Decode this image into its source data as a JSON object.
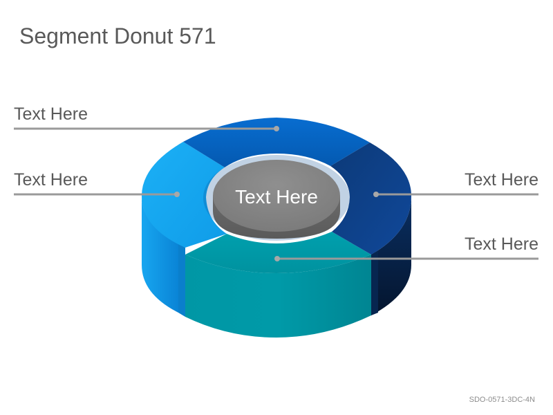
{
  "title": "Segment Donut 571",
  "hub": {
    "label": "Text Here"
  },
  "segments": [
    {
      "label": "Text Here",
      "color": "#0563C1"
    },
    {
      "label": "Text Here",
      "color": "#0D3A73"
    },
    {
      "label": "Text Here",
      "color": "#0097A7"
    },
    {
      "label": "Text Here",
      "color": "#14A8F2"
    }
  ],
  "footer": {
    "code": "SDO-0571-3DC-4N"
  }
}
